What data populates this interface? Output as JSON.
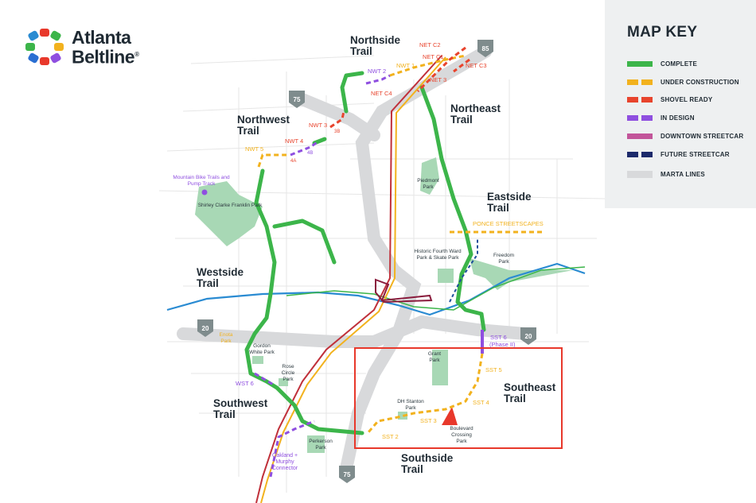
{
  "logo": {
    "line1": "Atlanta",
    "line2": "Beltline",
    "trademark": "®"
  },
  "colors": {
    "complete": "#3cb54a",
    "under_construction": "#f2b21e",
    "shovel_ready": "#e8442d",
    "in_design": "#8f4fe0",
    "downtown_streetcar": "#c2559a",
    "future_streetcar": "#1c2a6b",
    "marta": "#d8d9db",
    "river": "#2a8bd2",
    "park": "#a8d8b5",
    "highlight": "#e8382b"
  },
  "map_key": {
    "title": "MAP KEY",
    "items": [
      {
        "label": "COMPLETE",
        "color": "#3cb54a"
      },
      {
        "label": "UNDER CONSTRUCTION",
        "color": "#f2b21e",
        "dashed": true
      },
      {
        "label": "SHOVEL READY",
        "color": "#e8442d",
        "dashed": true
      },
      {
        "label": "IN DESIGN",
        "color": "#8f4fe0",
        "dashed": true
      },
      {
        "label": "DOWNTOWN STREETCAR",
        "color": "#c2559a"
      },
      {
        "label": "FUTURE STREETCAR",
        "color": "#1c2a6b",
        "dashed": true
      },
      {
        "label": "MARTA LINES",
        "color": "#d8d9db"
      }
    ]
  },
  "trails": {
    "northside": "Northside Trail",
    "northwest": "Northwest Trail",
    "northeast": "Northeast Trail",
    "eastside": "Eastside Trail",
    "westside": "Westside Trail",
    "southwest": "Southwest Trail",
    "southeast": "Southeast Trail",
    "southside": "Southside Trail"
  },
  "segments": {
    "net_c2": "NET C2",
    "net_c1": "NET C1",
    "net_c3": "NET C3",
    "net_1": "NWT 1",
    "net_3": "NET 3",
    "net_c4": "NET C4",
    "nwt_2": "NWT 2",
    "nwt_3": "NWT 3",
    "nwt_3b": "3B",
    "nwt_4": "NWT 4",
    "nwt_4b": "4B",
    "nwt_4a": "4A",
    "nwt_5": "NWT 5",
    "ponce": "PONCE STREETSCAPES",
    "sst_6": "SST 6",
    "sst_6_phase": "(Phase II)",
    "sst_5": "SST 5",
    "sst_4": "SST 4",
    "sst_3": "SST 3",
    "sst_2": "SST 2",
    "wst_6": "WST 6"
  },
  "highways": {
    "i85": "85",
    "i75_north": "75",
    "i20_west": "20",
    "i20_east": "20",
    "i75_south": "75"
  },
  "parks": {
    "mountain_bike": "Mountain Bike Trails and Pump Track",
    "shirley": "Shirley Clarke Franklin Park",
    "piedmont": "Piedmont Park",
    "fourth_ward": "Historic Fourth Ward Park & Skate Park",
    "freedom": "Freedom Park",
    "enota": "Enota Park",
    "gordon_white": "Gordon White Park",
    "rose_circle": "Rose Circle Park",
    "grant": "Grant Park",
    "dh_stanton": "DH Stanton Park",
    "boulevard": "Boulevard Crossing Park",
    "perkerson": "Perkerson Park",
    "oakland": "Oakland + Murphy Connector"
  }
}
